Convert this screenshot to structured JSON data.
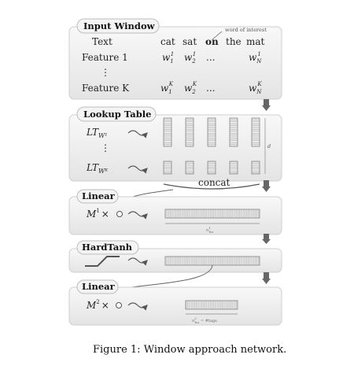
{
  "input_window": {
    "title": "Input Window",
    "annotation": "word of interest",
    "rows": [
      {
        "label": "Text",
        "tokens": [
          "cat",
          "sat",
          "on",
          "the",
          "mat"
        ]
      },
      {
        "label": "Feature 1",
        "tokens": [
          "w",
          "w",
          "...",
          "w"
        ],
        "subscripts": [
          "1",
          "2",
          "",
          "N"
        ],
        "superscripts": [
          "1",
          "1",
          "",
          "1"
        ]
      },
      {
        "label": "⋮"
      },
      {
        "label": "Feature K",
        "tokens": [
          "w",
          "w",
          "...",
          "w"
        ],
        "subscripts": [
          "1",
          "2",
          "",
          "N"
        ],
        "superscripts": [
          "K",
          "K",
          "",
          "K"
        ]
      }
    ]
  },
  "lookup_table": {
    "title": "Lookup Table",
    "row1": {
      "lt": "LT",
      "sub": "W¹"
    },
    "dots": "⋮",
    "rowK": {
      "lt": "LT",
      "sub": "Wᴷ"
    },
    "dim_label": "d",
    "concat_label": "concat"
  },
  "linear1": {
    "title": "Linear",
    "op_main": "M",
    "op_sup": "1",
    "op_times": "×",
    "dim_n": "n",
    "dim_sup": "1",
    "dim_sub": "hu"
  },
  "hardtanh": {
    "title": "HardTanh"
  },
  "linear2": {
    "title": "Linear",
    "op_main": "M",
    "op_sup": "2",
    "op_times": "×",
    "dim_n": "n",
    "dim_sup": "2",
    "dim_sub": "hu",
    "dim_eq": "= #tags"
  },
  "caption": "Figure 1: Window approach network.",
  "colors": {
    "panel": "#e6e6e6",
    "panel_top": "#f7f7f7",
    "arrow": "#555555"
  }
}
